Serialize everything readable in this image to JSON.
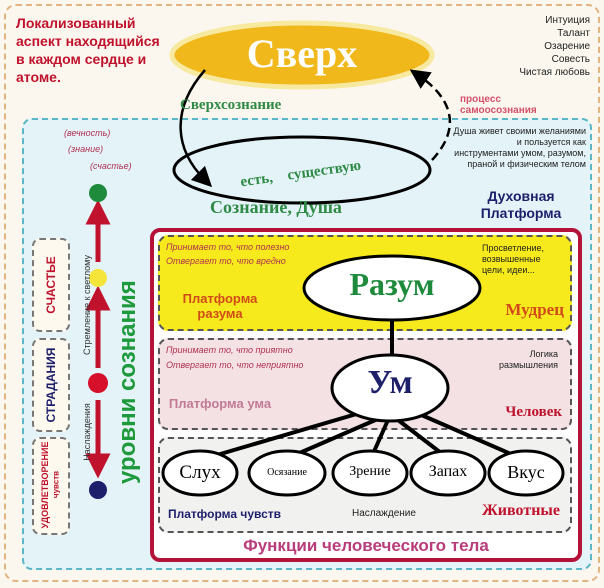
{
  "top_left_note": "Локализованный аспект находящийся в каждом сердце и атоме.",
  "top_right_qualities": [
    "Интуиция",
    "Талант",
    "Озарение",
    "Совесть",
    "Чистая любовь"
  ],
  "sverkh": "Сверх",
  "superconsciousness": "Сверхсознание",
  "self_awareness_process": "процесс самоосознания",
  "attributes": [
    "(вечность)",
    "(знание)",
    "(счастье)"
  ],
  "soul_note": "Душа живет своими желаниями и пользуется как инструментами умом, разумом, праной и физическим телом",
  "soul_ellipse_text": "есть,    существую",
  "consciousness_soul": "Сознание, Душа",
  "spiritual_platform": "Духовная Платформа",
  "levels": {
    "happiness": "СЧАСТЬЕ",
    "suffering": "СТРАДАНИЯ",
    "satisfaction": "УДОВЛЕТВОРЕНИЕ",
    "satisfaction_sub": "чувств",
    "striving": "Стремление к светлому",
    "pleasures": "Наслаждения",
    "title": "уровни сознания"
  },
  "reason": {
    "accepts": "Принимает то, что полезно",
    "rejects": "Отвергает то, что вредно",
    "name": "Разум",
    "platform": "Платформа разума",
    "note": "Просветление, возвышенные цели, идеи...",
    "type": "Мудрец"
  },
  "mind": {
    "accepts": "Принимает  то, что приятно",
    "rejects": "Отвергает то, что неприятно",
    "name": "Ум",
    "platform": "Платформа ума",
    "note": "Логика размышления",
    "type": "Человек"
  },
  "senses": {
    "items": [
      "Слух",
      "Осязание",
      "Зрение",
      "Запах",
      "Вкус"
    ],
    "platform": "Платформа чувств",
    "note": "Наслаждение",
    "type": "Животные"
  },
  "body_functions": "Функции человеческого тела",
  "colors": {
    "green": "#1e8a3c",
    "red": "#c0122c",
    "navy": "#1d1f6b",
    "yellow": "#f7ea1c",
    "gold": "#f0b81a"
  }
}
